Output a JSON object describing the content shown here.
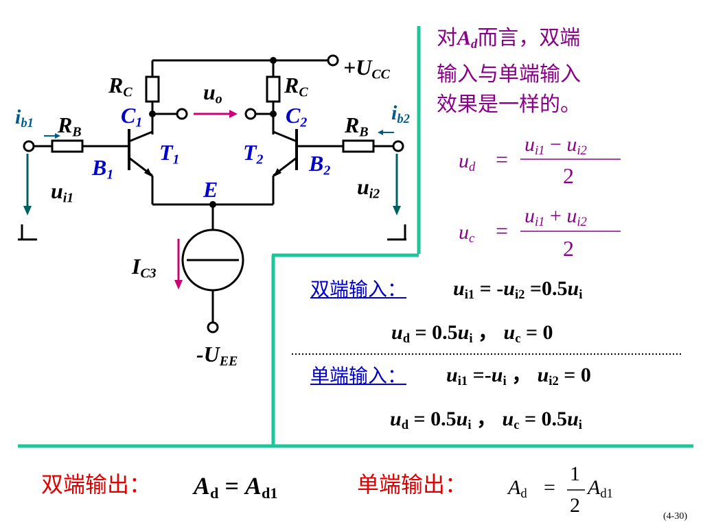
{
  "circuit": {
    "ucc": "+U",
    "ucc_sub": "CC",
    "uee": "-U",
    "uee_sub": "EE",
    "rc_left": "R",
    "rc_left_sub": "C",
    "rc_right": "R",
    "rc_right_sub": "C",
    "rb_left": "R",
    "rb_left_sub": "B",
    "rb_right": "R",
    "rb_right_sub": "B",
    "c1": "C",
    "c1_sub": "1",
    "c2": "C",
    "c2_sub": "2",
    "t1": "T",
    "t1_sub": "1",
    "t2": "T",
    "t2_sub": "2",
    "b1": "B",
    "b1_sub": "1",
    "b2": "B",
    "b2_sub": "2",
    "e": "E",
    "uo": "u",
    "uo_sub": "o",
    "ib1": "i",
    "ib1_sub": "b1",
    "ib2": "i",
    "ib2_sub": "b2",
    "ui1": "u",
    "ui1_sub": "i1",
    "ui2": "u",
    "ui2_sub": "i2",
    "ic3": "I",
    "ic3_sub": "C3"
  },
  "note": {
    "pre": "对",
    "a": "A",
    "a_sub": "d",
    "line1_rest": "而言，双端",
    "line2": "输入与单端输入",
    "line3": "效果是一样的。"
  },
  "formulas": {
    "ud_lhs": "u",
    "ud_lhs_sub": "d",
    "eq": "=",
    "ud_num": "u",
    "ud_num_sub1": "i1",
    "ud_minus": " − ",
    "ud_num2": "u",
    "ud_num_sub2": "i2",
    "ud_den": "2",
    "uc_lhs": "u",
    "uc_lhs_sub": "c",
    "uc_num": "u",
    "uc_num_sub1": "i1",
    "uc_plus": " + ",
    "uc_num2": "u",
    "uc_num_sub2": "i2",
    "uc_den": "2"
  },
  "double_input": {
    "label": "双端输入：",
    "eq1": "u",
    "eq1_sub": "i1",
    "eq1_mid": " = -",
    "eq1_b": "u",
    "eq1_b_sub": "i2",
    "eq1_end": " =0.5",
    "eq1_c": "u",
    "eq1_c_sub": "i",
    "eq2_a": "u",
    "eq2_a_sub": "d",
    "eq2_mid": " = 0.5",
    "eq2_b": "u",
    "eq2_b_sub": "i",
    "eq2_sep": " ，",
    "eq2_c": "u",
    "eq2_c_sub": "c",
    "eq2_end": " = 0"
  },
  "single_input": {
    "label": "单端输入：",
    "eq1": "u",
    "eq1_sub": "i1",
    "eq1_mid": " =-",
    "eq1_b": "u",
    "eq1_b_sub": "i",
    "eq1_sep": " ，",
    "eq1_c": "u",
    "eq1_c_sub": "i2",
    "eq1_end": " = 0",
    "eq2_a": "u",
    "eq2_a_sub": "d",
    "eq2_mid": " = 0.5",
    "eq2_b": "u",
    "eq2_b_sub": "i",
    "eq2_sep": " ，",
    "eq2_c": "u",
    "eq2_c_sub": "c",
    "eq2_end": " = 0.5",
    "eq2_d": "u",
    "eq2_d_sub": "i"
  },
  "outputs": {
    "double_label": "双端输出：",
    "double_a": "A",
    "double_a_sub": "d",
    "double_eq": " = ",
    "double_b": "A",
    "double_b_sub": "d1",
    "single_label": "单端输出：",
    "single_a": "A",
    "single_a_sub": "d",
    "single_eq": "=",
    "single_num": "1",
    "single_den": "2",
    "single_b": "A",
    "single_b_sub": "d1"
  },
  "page_number": "(4-30)",
  "colors": {
    "frame": "#1dc69a",
    "dark_text": "#000000",
    "blue_label": "#0000cc",
    "magenta": "#8b008b",
    "arrow_teal": "#006060",
    "red": "#e00000"
  }
}
